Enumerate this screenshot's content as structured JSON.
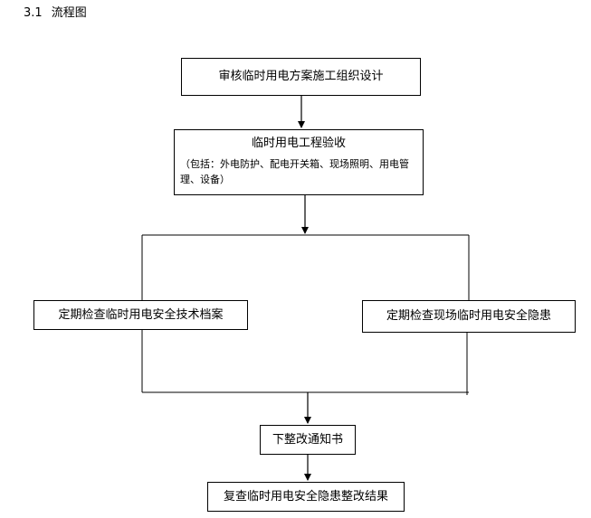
{
  "heading": {
    "number": "3.1",
    "text": "流程图"
  },
  "steps": {
    "review": "审核临时用电方案施工组织设计",
    "acceptance": {
      "title": "临时用电工程验收",
      "detail": "（包括：外电防护、配电开关箱、现场照明、用电管理、设备）"
    },
    "check_records": "定期检查临时用电安全技术档案",
    "check_site": "定期检查现场临时用电安全隐患",
    "notice": "下整改通知书",
    "recheck": "复查临时用电安全隐患整改结果"
  }
}
